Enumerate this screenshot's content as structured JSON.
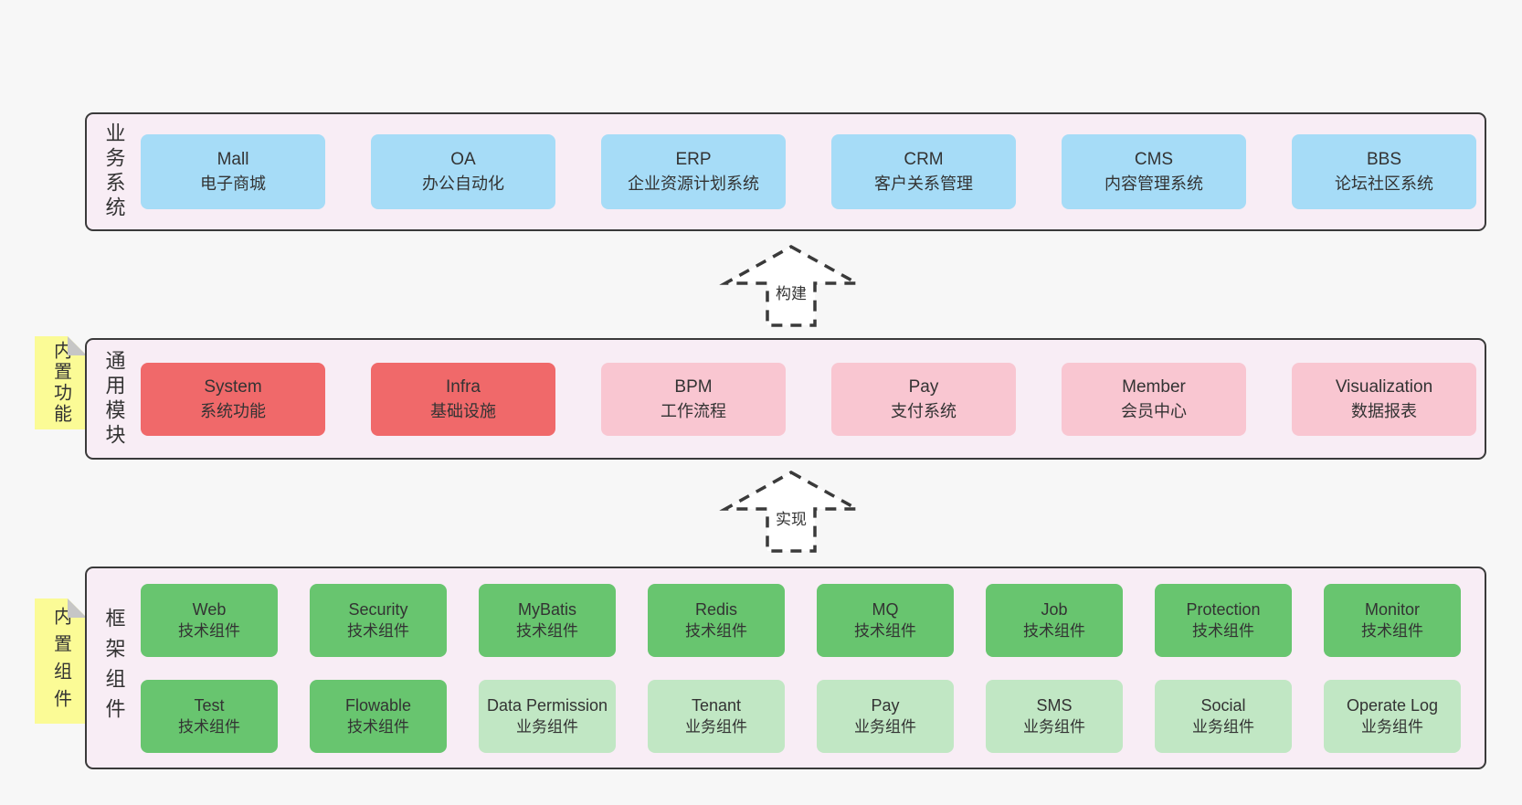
{
  "colors": {
    "page-bg": "#f7f7f7",
    "panel-bg": "#f8edf5",
    "panel-border": "#3a3a3a",
    "box-blue": "#a6dcf7",
    "box-red": "#f0696a",
    "box-pink": "#f9c6d1",
    "box-green-dark": "#68c56f",
    "box-green-light": "#c1e7c4",
    "sticky-yellow": "#fbfb96",
    "sticky-fold": "#c6c6c6",
    "text": "#333333"
  },
  "arrows": {
    "build": {
      "label": "构建"
    },
    "implement": {
      "label": "实现"
    }
  },
  "sections": {
    "business": {
      "label": "业务系统",
      "boxes": [
        {
          "name": "Mall",
          "desc": "电子商城"
        },
        {
          "name": "OA",
          "desc": "办公自动化"
        },
        {
          "name": "ERP",
          "desc": "企业资源计划系统"
        },
        {
          "name": "CRM",
          "desc": "客户关系管理"
        },
        {
          "name": "CMS",
          "desc": "内容管理系统"
        },
        {
          "name": "BBS",
          "desc": "论坛社区系统"
        }
      ]
    },
    "modules": {
      "label": "通用模块",
      "sticky": "内置功能",
      "boxes": [
        {
          "name": "System",
          "desc": "系统功能",
          "variant": "red"
        },
        {
          "name": "Infra",
          "desc": "基础设施",
          "variant": "red"
        },
        {
          "name": "BPM",
          "desc": "工作流程",
          "variant": "pink"
        },
        {
          "name": "Pay",
          "desc": "支付系统",
          "variant": "pink"
        },
        {
          "name": "Member",
          "desc": "会员中心",
          "variant": "pink"
        },
        {
          "name": "Visualization",
          "desc": "数据报表",
          "variant": "pink"
        }
      ]
    },
    "components": {
      "label": "框架组件",
      "sticky": "内置组件",
      "row1": [
        {
          "name": "Web",
          "desc": "技术组件",
          "variant": "green-dark"
        },
        {
          "name": "Security",
          "desc": "技术组件",
          "variant": "green-dark"
        },
        {
          "name": "MyBatis",
          "desc": "技术组件",
          "variant": "green-dark"
        },
        {
          "name": "Redis",
          "desc": "技术组件",
          "variant": "green-dark"
        },
        {
          "name": "MQ",
          "desc": "技术组件",
          "variant": "green-dark"
        },
        {
          "name": "Job",
          "desc": "技术组件",
          "variant": "green-dark"
        },
        {
          "name": "Protection",
          "desc": "技术组件",
          "variant": "green-dark"
        },
        {
          "name": "Monitor",
          "desc": "技术组件",
          "variant": "green-dark"
        }
      ],
      "row2": [
        {
          "name": "Test",
          "desc": "技术组件",
          "variant": "green-dark"
        },
        {
          "name": "Flowable",
          "desc": "技术组件",
          "variant": "green-dark"
        },
        {
          "name": "Data Permission",
          "desc": "业务组件",
          "variant": "green-light"
        },
        {
          "name": "Tenant",
          "desc": "业务组件",
          "variant": "green-light"
        },
        {
          "name": "Pay",
          "desc": "业务组件",
          "variant": "green-light"
        },
        {
          "name": "SMS",
          "desc": "业务组件",
          "variant": "green-light"
        },
        {
          "name": "Social",
          "desc": "业务组件",
          "variant": "green-light"
        },
        {
          "name": "Operate Log",
          "desc": "业务组件",
          "variant": "green-light"
        }
      ]
    }
  }
}
